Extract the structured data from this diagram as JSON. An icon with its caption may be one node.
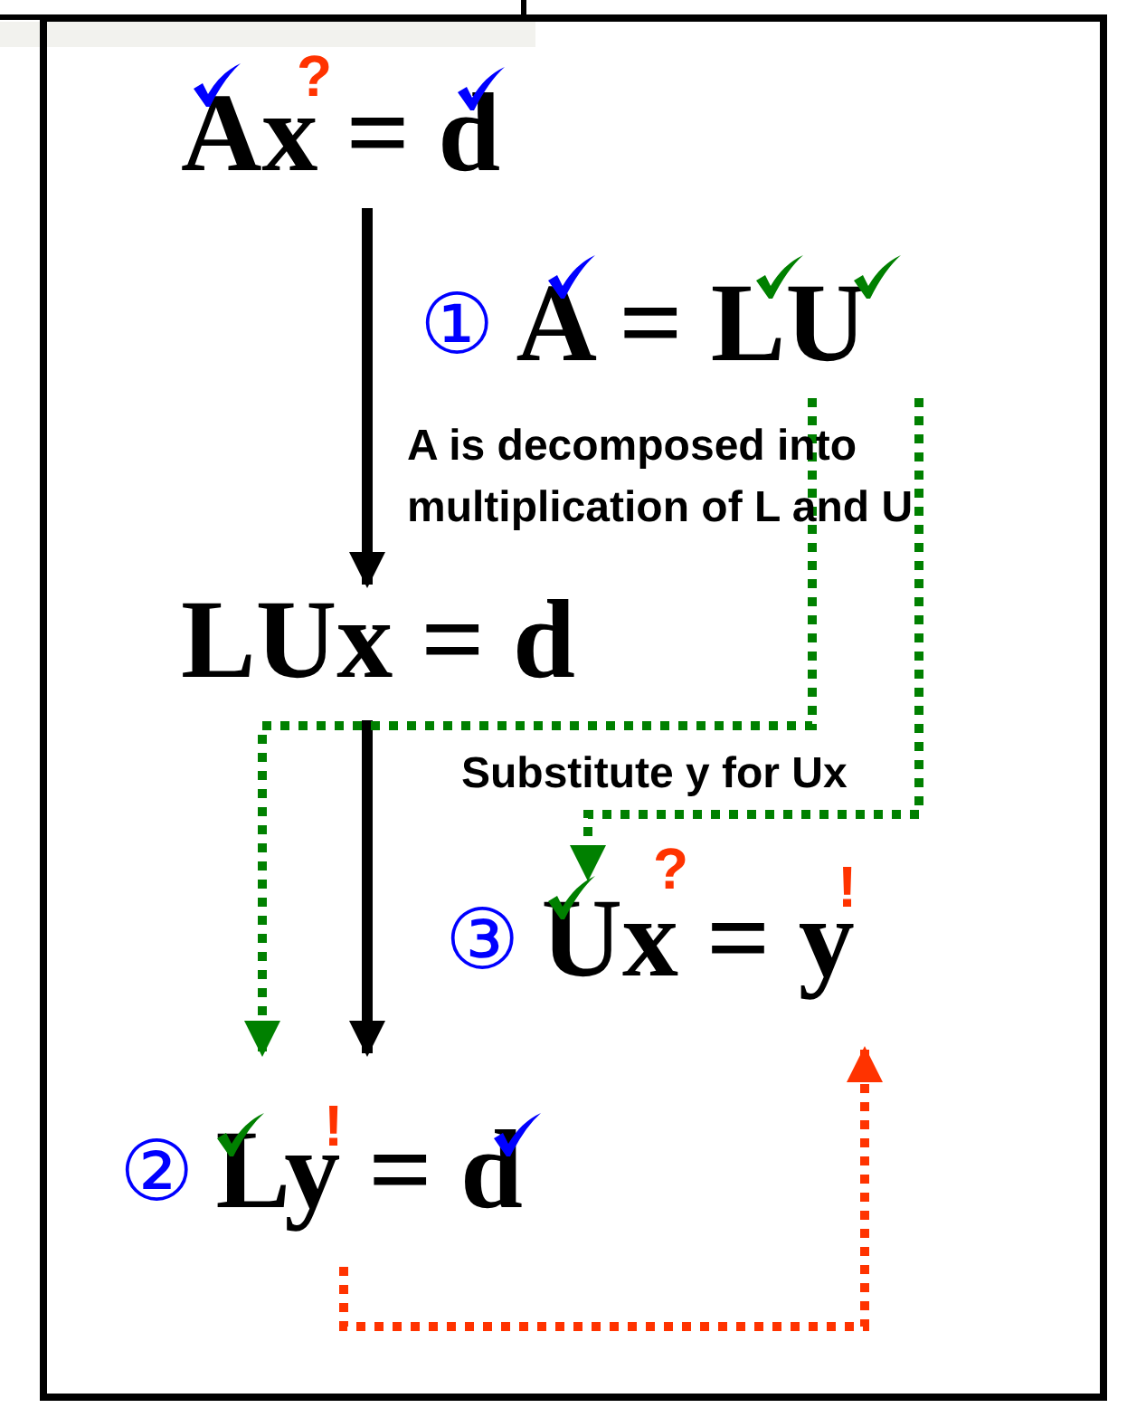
{
  "diagram": {
    "nodes": [
      {
        "text": [
          "Ax = d"
        ]
      },
      {
        "text": [
          "①",
          "A = LU"
        ]
      },
      {
        "text": [
          "LUx = d"
        ]
      },
      {
        "text": [
          "③",
          "Ux = y"
        ]
      },
      {
        "text": [
          "②",
          "Ly = d"
        ]
      }
    ],
    "edges": [
      {
        "from": 0,
        "to": 2,
        "arrow": "to",
        "color": "#000000"
      },
      {
        "from": 2,
        "to": 4,
        "arrow": "to",
        "color": "#000000"
      },
      {
        "from": 1,
        "to": 4,
        "arrow": "to",
        "style": "dashed",
        "color": "#008000"
      },
      {
        "from": 1,
        "to": 3,
        "arrow": "to",
        "style": "dashed",
        "color": "#008000"
      },
      {
        "from": 4,
        "to": 3,
        "arrow": "to",
        "style": "dashed",
        "color": "#ff3300"
      }
    ],
    "labels": [
      "?",
      "A is decomposed into multiplication of L and U",
      "Substitute y for Ux",
      "?",
      "!",
      "!"
    ]
  }
}
